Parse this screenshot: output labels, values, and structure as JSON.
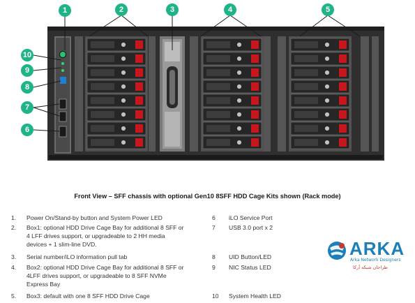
{
  "callouts": {
    "c1": "1",
    "c2": "2",
    "c3": "3",
    "c4": "4",
    "c5": "5",
    "c6": "6",
    "c7": "7",
    "c8": "8",
    "c9": "9",
    "c10": "10"
  },
  "caption": "Front View – SFF chassis with optional Gen10 8SFF HDD Cage Kits shown (Rack mode)",
  "legend_left": [
    {
      "num": "1.",
      "text": "Power On/Stand-by button and System Power LED"
    },
    {
      "num": "2.",
      "text": "Box1: optional HDD Drive Cage Bay for additional 8 SFF or"
    },
    {
      "num": "",
      "text": "4 LFF drives support, or upgradeable to 2 HH media"
    },
    {
      "num": "",
      "text": "devices + 1 slim-line DVD."
    },
    {
      "num": "3.",
      "text": "Serial number/iLO information pull tab"
    },
    {
      "num": "4.",
      "text": "Box2: optional HDD Drive Cage Bay for additional 8 SFF or"
    },
    {
      "num": "",
      "text": "4LFF drives support, or upgradeable to 8 SFF NVMe"
    },
    {
      "num": "",
      "text": "Express Bay"
    },
    {
      "num": "5.",
      "text": "Box3: default with one 8 SFF HDD Drive Cage"
    }
  ],
  "legend_right": [
    {
      "num": "6",
      "text": "iLO Service Port"
    },
    {
      "num": "7",
      "text": "USB 3.0 port x 2"
    },
    {
      "num": "8",
      "text": "UID Button/LED"
    },
    {
      "num": "9",
      "text": "NIC Status LED"
    },
    {
      "num": "10",
      "text": "System Health LED"
    }
  ],
  "logo": {
    "word": "ARKA",
    "subtitle": "Arka Network Designers",
    "persian": "طراحان شبکه آرکا"
  },
  "colors": {
    "callout": "#1eb488",
    "chassis": "#3a3a3a",
    "drive_led": "#c0c0c0",
    "drive_latch": "#c8161d",
    "uid_button": "#1f7fd0",
    "logo_blue": "#1d7fb8",
    "logo_red": "#c23b2e"
  }
}
